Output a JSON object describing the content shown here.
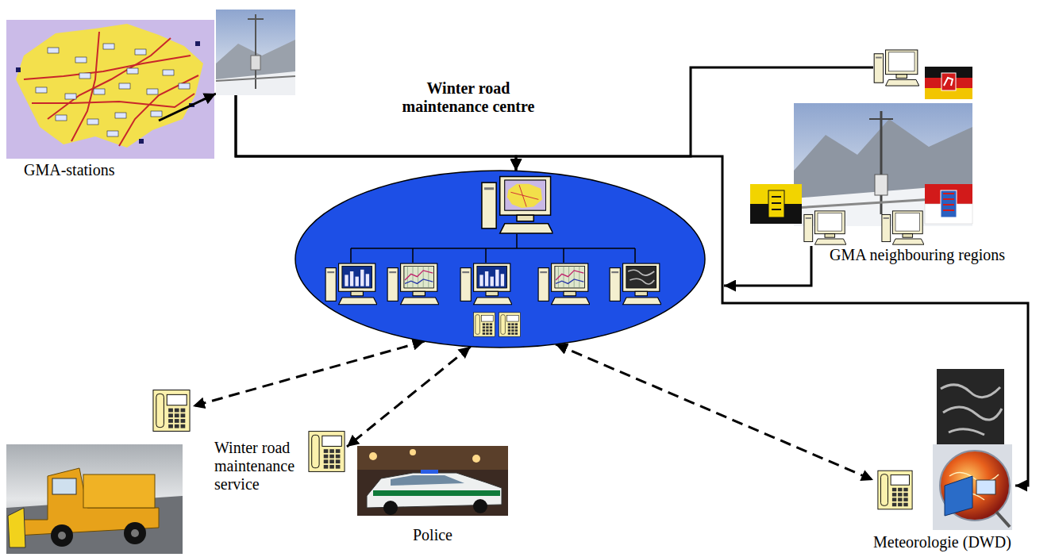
{
  "diagram": {
    "nodes": [
      {
        "text": [
          "Winter road maintenance centre"
        ]
      },
      {
        "text": [
          "GMA-stations"
        ]
      },
      {
        "text": [
          "GMA neighbouring regions"
        ]
      },
      {
        "text": [
          "Winter road maintenance service"
        ]
      },
      {
        "text": [
          "Police"
        ]
      },
      {
        "text": [
          "Meteorologie (DWD)"
        ]
      }
    ],
    "edges": [
      {
        "from": 1,
        "to": 0,
        "arrow": "to"
      },
      {
        "from": 2,
        "to": 0,
        "arrow": "to"
      },
      {
        "from": 1,
        "to": 5,
        "arrow": "to"
      },
      {
        "from": 0,
        "to": 3,
        "arrow": "both"
      },
      {
        "from": 0,
        "to": 4,
        "arrow": "both"
      },
      {
        "from": 0,
        "to": 5,
        "arrow": "both"
      }
    ]
  }
}
